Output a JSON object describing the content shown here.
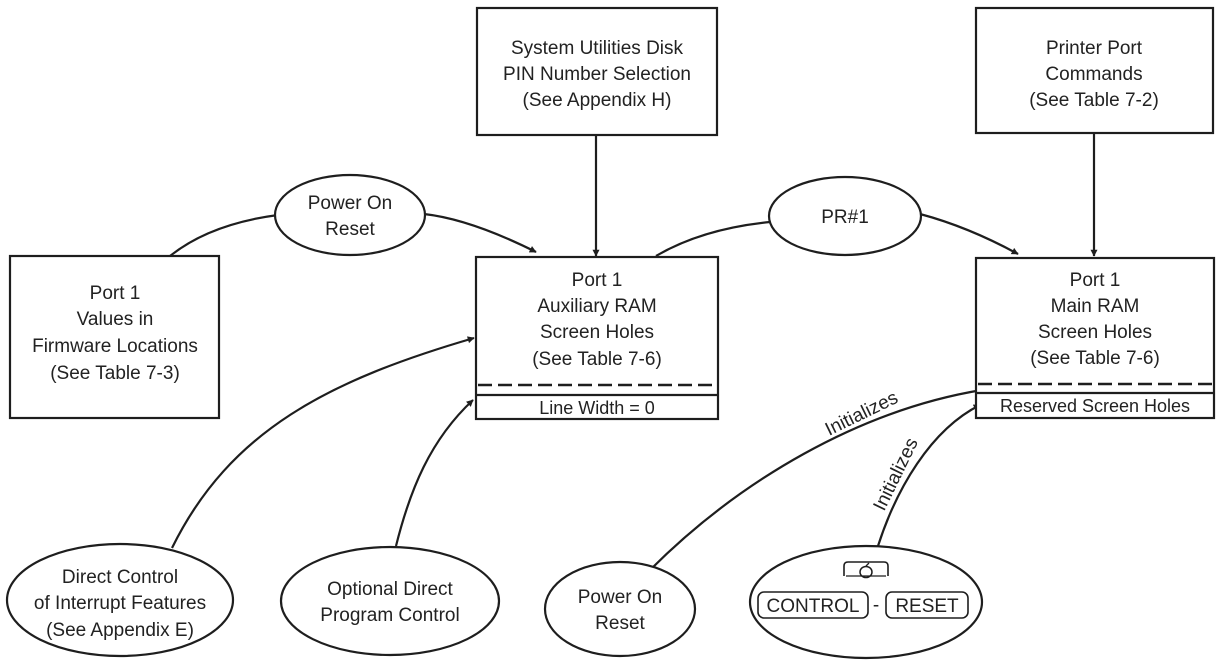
{
  "nodes": {
    "sysutil": {
      "lines": [
        "System Utilities Disk",
        "PIN Number Selection",
        "(See Appendix H)"
      ]
    },
    "printer_cmds": {
      "lines": [
        "Printer Port",
        "Commands",
        "(See Table 7-2)"
      ]
    },
    "firmware": {
      "lines": [
        "Port 1",
        "Values in",
        "Firmware Locations",
        "(See Table 7-3)"
      ]
    },
    "aux_ram": {
      "lines": [
        "Port 1",
        "Auxiliary RAM",
        "Screen Holes",
        "(See Table 7-6)"
      ],
      "footer": "Line Width = 0"
    },
    "main_ram": {
      "lines": [
        "Port 1",
        "Main RAM",
        "Screen Holes",
        "(See Table 7-6)"
      ],
      "footer": "Reserved Screen Holes"
    },
    "power_on_top": {
      "lines": [
        "Power On",
        "Reset"
      ]
    },
    "pr1": {
      "lines": [
        "PR#1"
      ]
    },
    "direct_interrupt": {
      "lines": [
        "Direct Control",
        "of Interrupt Features",
        "(See Appendix E)"
      ]
    },
    "optional_direct": {
      "lines": [
        "Optional Direct",
        "Program Control"
      ]
    },
    "power_on_bottom": {
      "lines": [
        "Power On",
        "Reset"
      ]
    },
    "control_reset": {
      "keys": [
        "CONTROL",
        "RESET"
      ],
      "separator": "-"
    }
  },
  "edge_labels": {
    "init_1": "Initializes",
    "init_2": "Initializes"
  }
}
